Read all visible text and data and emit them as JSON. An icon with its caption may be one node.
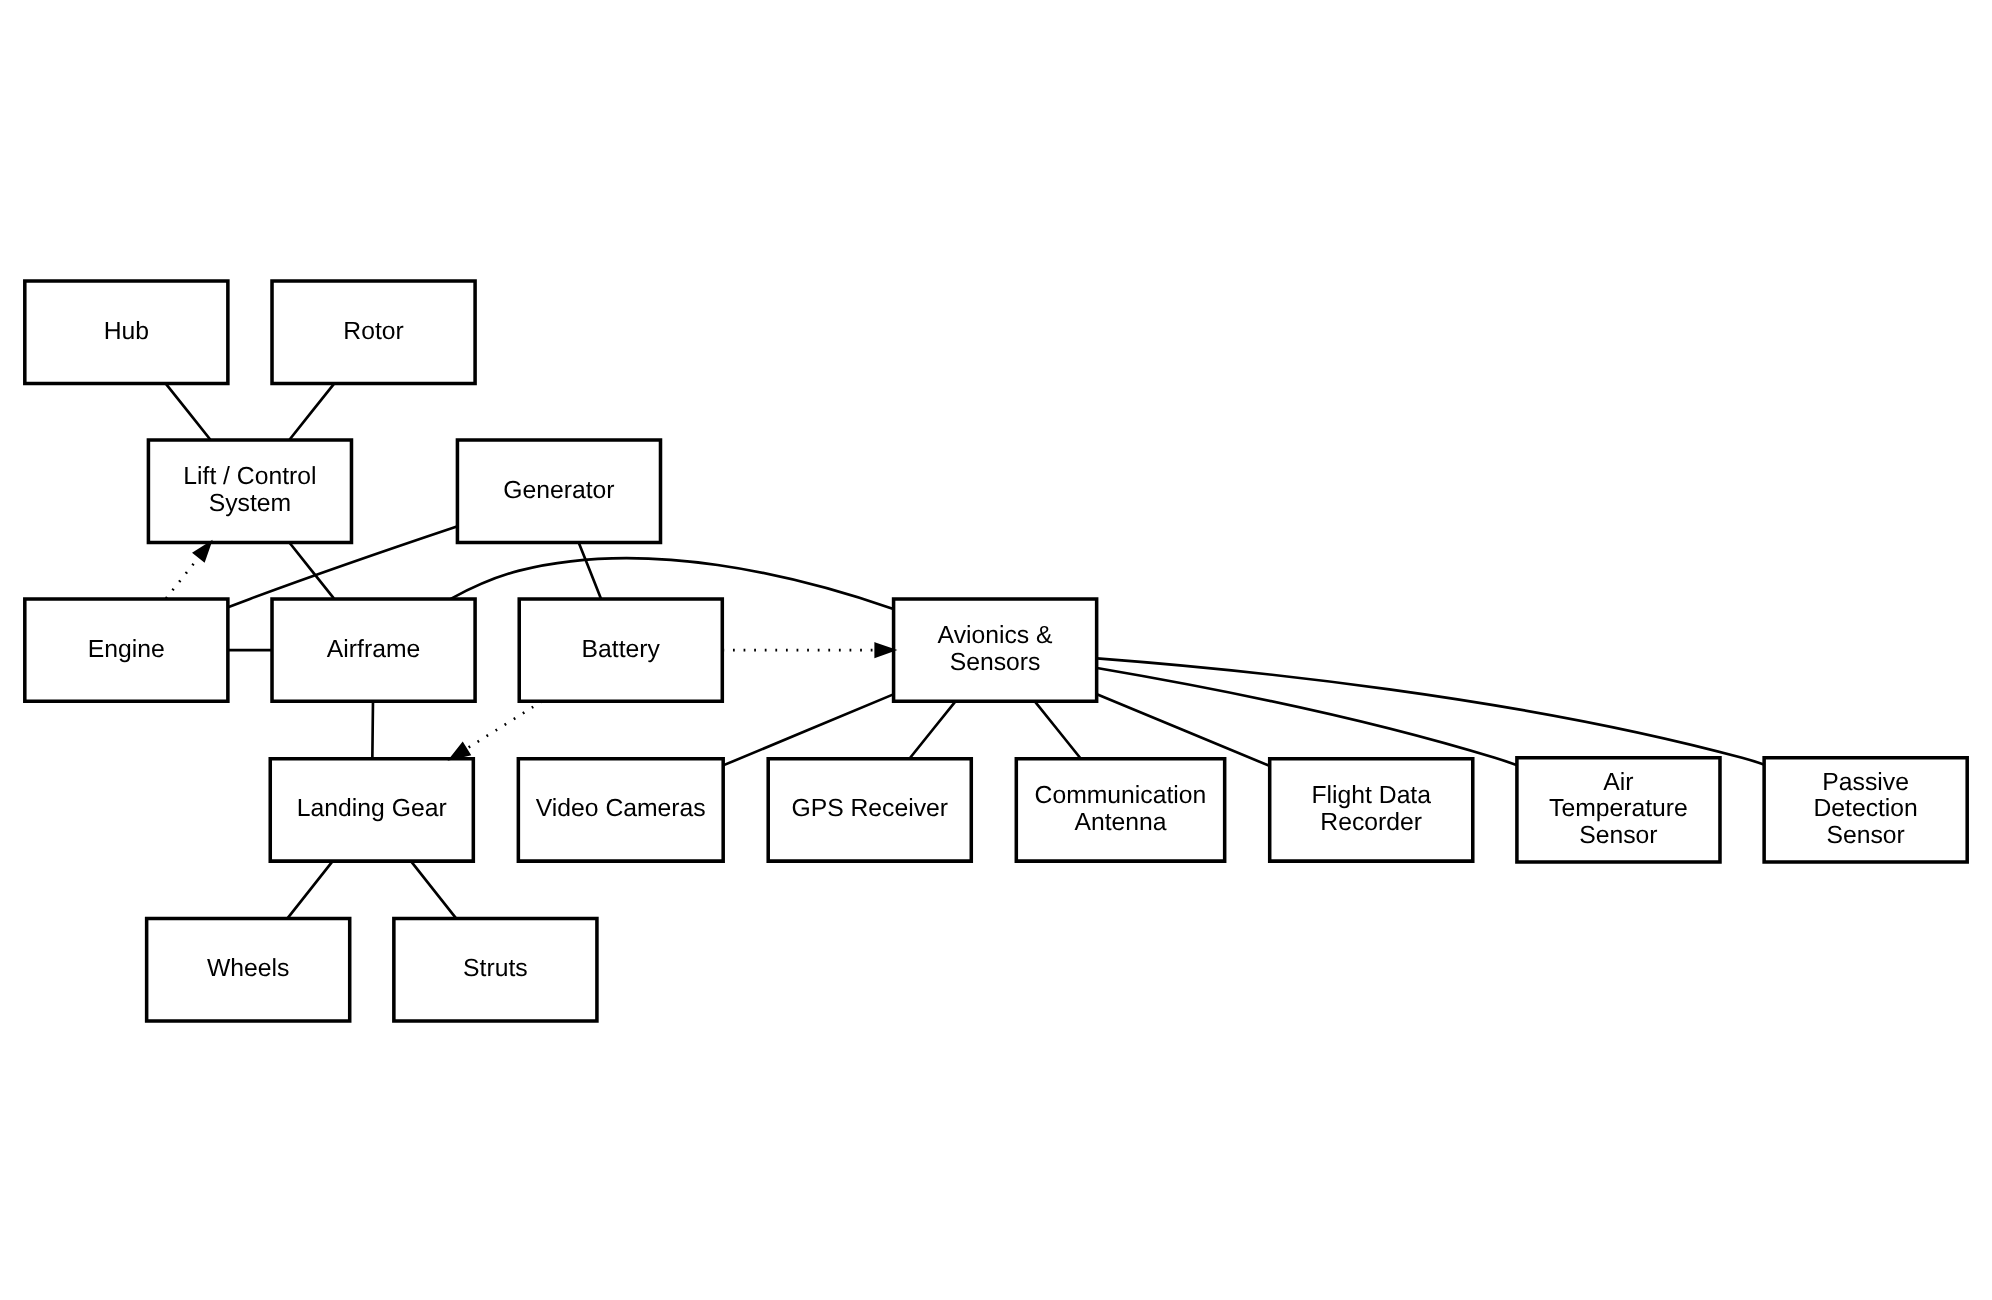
{
  "diagram": {
    "nodes": [
      {
        "text": [
          "Hub"
        ]
      },
      {
        "text": [
          "Rotor"
        ]
      },
      {
        "text": [
          "Lift / Control System"
        ]
      },
      {
        "text": [
          "Generator"
        ]
      },
      {
        "text": [
          "Engine"
        ]
      },
      {
        "text": [
          "Airframe"
        ]
      },
      {
        "text": [
          "Avionics & Sensors"
        ]
      },
      {
        "text": [
          "Battery"
        ]
      },
      {
        "text": [
          "Landing Gear"
        ]
      },
      {
        "text": [
          "Wheels"
        ]
      },
      {
        "text": [
          "Struts"
        ]
      },
      {
        "text": [
          "Flight Data Recorder"
        ]
      },
      {
        "text": [
          "Air Temperature Sensor"
        ]
      },
      {
        "text": [
          "Passive Detection Sensor"
        ]
      },
      {
        "text": [
          "Video Cameras"
        ]
      },
      {
        "text": [
          "GPS Receiver"
        ]
      },
      {
        "text": [
          "Communication Antenna"
        ]
      }
    ],
    "edges": [
      {
        "from": 0,
        "to": 2,
        "arrow": "none"
      },
      {
        "from": 1,
        "to": 2,
        "arrow": "none"
      },
      {
        "from": 4,
        "to": 2,
        "arrow": "to",
        "style": "dashed"
      },
      {
        "from": 3,
        "to": 4,
        "arrow": "none"
      },
      {
        "from": 3,
        "to": 7,
        "arrow": "none"
      },
      {
        "from": 2,
        "to": 5,
        "arrow": "none"
      },
      {
        "from": 4,
        "to": 5,
        "arrow": "none"
      },
      {
        "from": 5,
        "to": 6,
        "arrow": "none"
      },
      {
        "from": 5,
        "to": 8,
        "arrow": "none"
      },
      {
        "from": 7,
        "to": 8,
        "arrow": "to",
        "style": "dashed"
      },
      {
        "from": 7,
        "to": 6,
        "arrow": "to",
        "style": "dashed"
      },
      {
        "from": 8,
        "to": 9,
        "arrow": "none"
      },
      {
        "from": 8,
        "to": 10,
        "arrow": "none"
      },
      {
        "from": 6,
        "to": 11,
        "arrow": "none"
      },
      {
        "from": 6,
        "to": 12,
        "arrow": "none"
      },
      {
        "from": 6,
        "to": 13,
        "arrow": "none"
      },
      {
        "from": 6,
        "to": 14,
        "arrow": "none"
      },
      {
        "from": 6,
        "to": 15,
        "arrow": "none"
      },
      {
        "from": 6,
        "to": 16,
        "arrow": "none"
      }
    ]
  }
}
